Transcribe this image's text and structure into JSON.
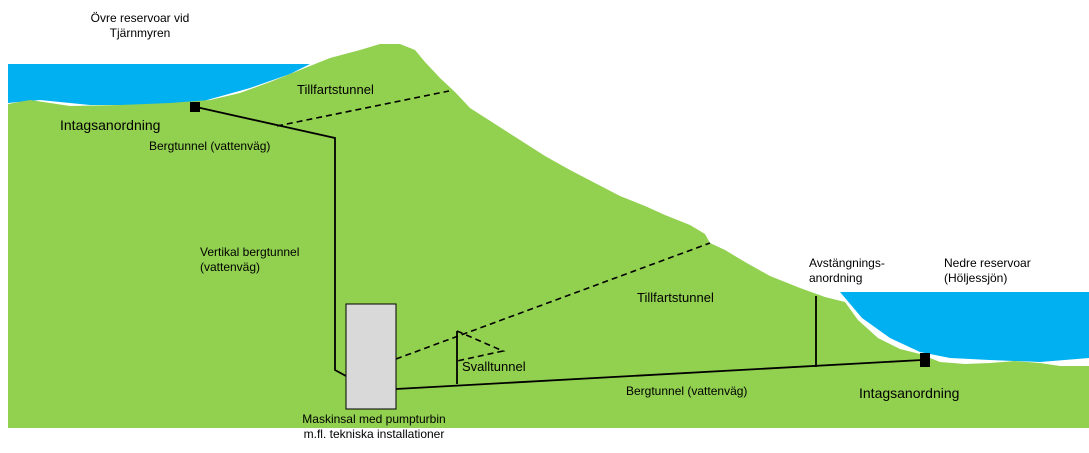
{
  "labels": {
    "upper_reservoir_line1": "Övre reservoar vid",
    "upper_reservoir_line2": "Tjärnmyren",
    "intake_upper": "Intagsanordning",
    "access_tunnel_upper": "Tillfartstunnel",
    "rock_tunnel_upper": "Bergtunnel (vattenväg)",
    "vertical_tunnel_line1": "Vertikal bergtunnel",
    "vertical_tunnel_line2": "(vattenväg)",
    "shutoff_line1": "Avstängnings-",
    "shutoff_line2": "anordning",
    "lower_reservoir_line1": "Nedre reservoar",
    "lower_reservoir_line2": "(Höljessjön)",
    "access_tunnel_lower": "Tillfartstunnel",
    "surge_tunnel": "Svalltunnel",
    "rock_tunnel_lower": "Bergtunnel (vattenväg)",
    "intake_lower": "Intagsanordning",
    "machine_hall_line1": "Maskinsal med pumpturbin",
    "machine_hall_line2": "m.fl. tekniska installationer"
  },
  "colors": {
    "ground": "#92d050",
    "water": "#00b0f0",
    "machine_hall": "#d9d9d9",
    "line": "#000000"
  }
}
